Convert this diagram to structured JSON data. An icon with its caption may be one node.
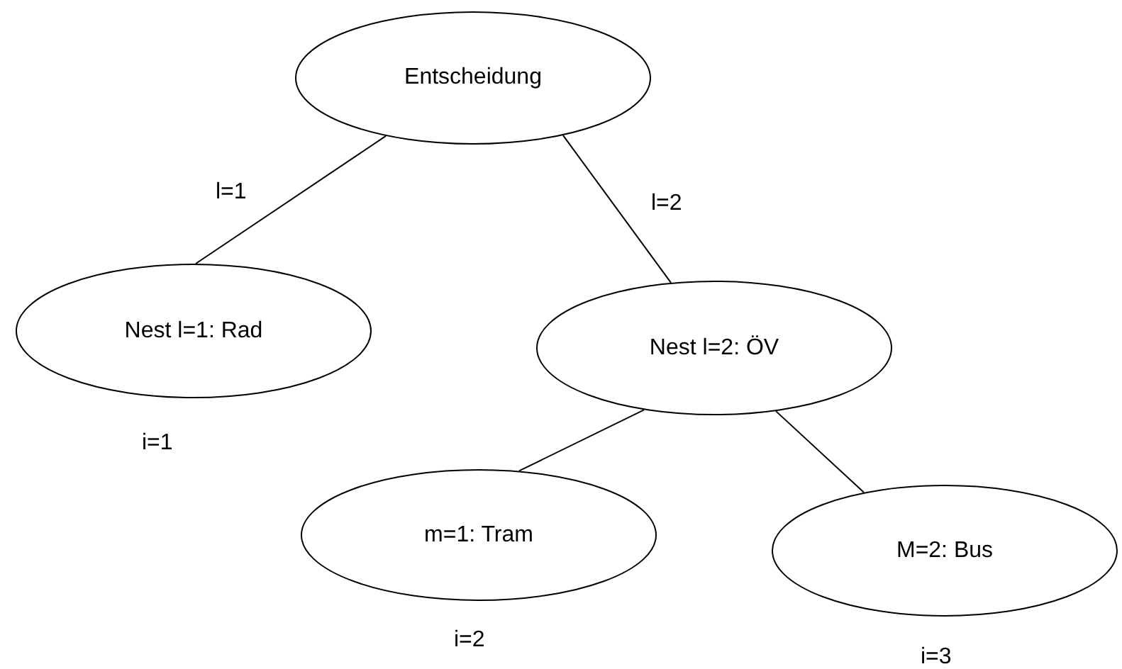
{
  "diagram": {
    "nodes": [
      {
        "text": [
          "Entscheidung"
        ]
      },
      {
        "text": [
          "Nest l=1: Rad"
        ],
        "beside": [
          "i=1"
        ]
      },
      {
        "text": [
          "Nest l=2: ÖV"
        ]
      },
      {
        "text": [
          "m=1: Tram"
        ],
        "beside": [
          "i=2"
        ]
      },
      {
        "text": [
          "M=2: Bus"
        ],
        "beside": [
          "i=3"
        ]
      }
    ],
    "edges": [
      {
        "from": 0,
        "to": 1,
        "arrow": "none",
        "label": "l=1"
      },
      {
        "from": 0,
        "to": 2,
        "arrow": "none",
        "label": "l=2"
      },
      {
        "from": 2,
        "to": 3,
        "arrow": "none"
      },
      {
        "from": 2,
        "to": 4,
        "arrow": "none"
      }
    ]
  }
}
